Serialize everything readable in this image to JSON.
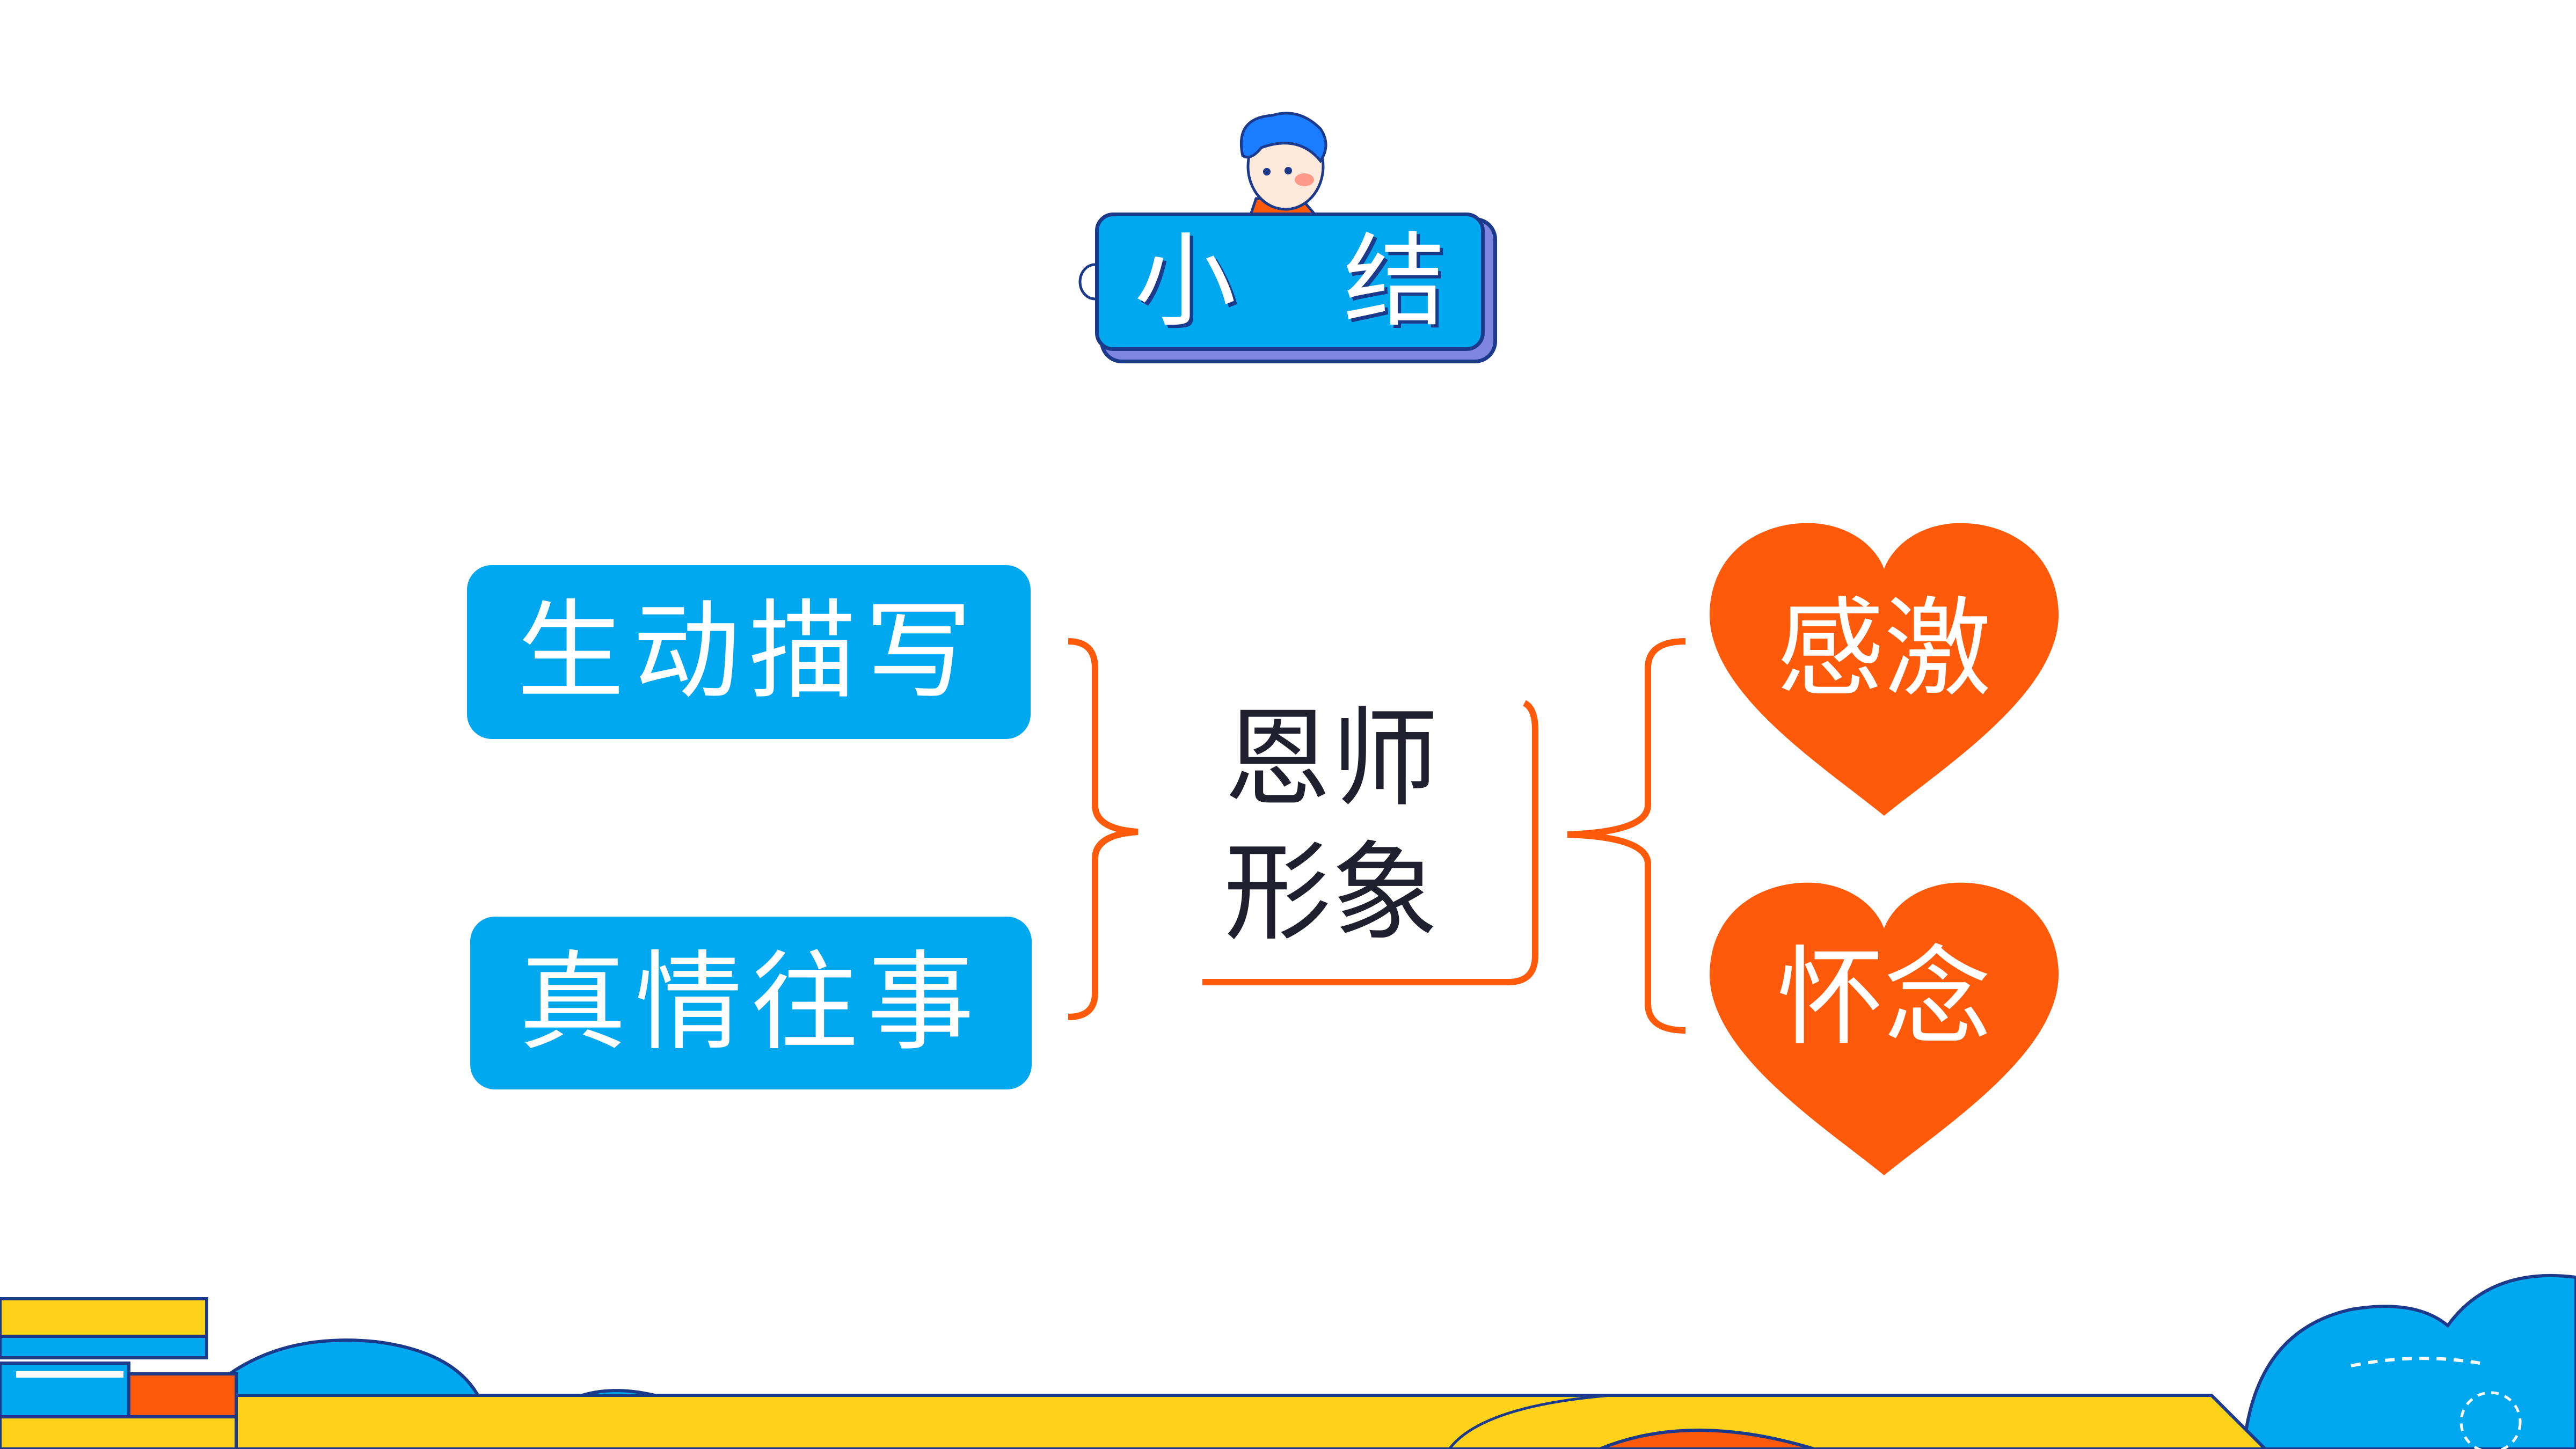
{
  "title": "小结",
  "title_chars": [
    "小",
    "结"
  ],
  "left_items": [
    "生动描写",
    "真情往事"
  ],
  "center": {
    "line1": "恩师",
    "line2": "形象"
  },
  "right_items": [
    "感激",
    "怀念"
  ],
  "colors": {
    "blue": "#00a8f0",
    "orange": "#ff5a0a",
    "navy": "#1b3a8c",
    "yellow": "#ffd21a",
    "text_dark": "#1f1f2e"
  }
}
